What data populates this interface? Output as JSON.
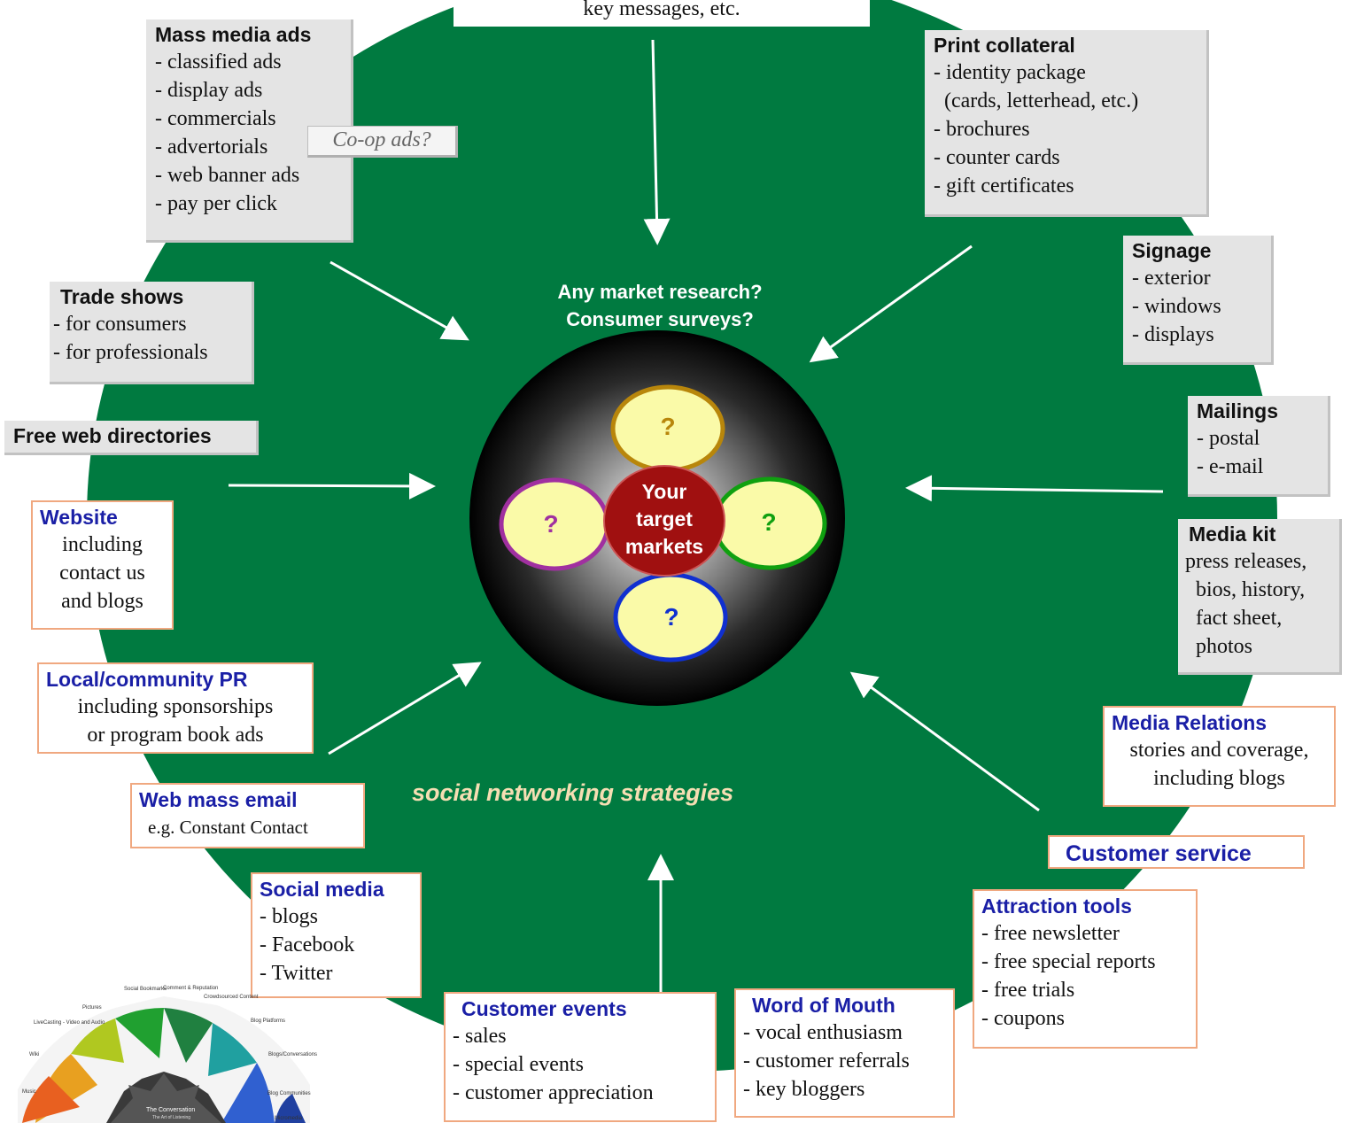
{
  "top_box": {
    "text": "key messages, etc."
  },
  "center": {
    "question_line1": "Any market research?",
    "question_line2": "Consumer surveys?",
    "core_label": [
      "Your",
      "target",
      "markets"
    ],
    "segments": [
      "?",
      "?",
      "?",
      "?"
    ],
    "social_label": "social networking strategies"
  },
  "boxes": {
    "mass_media": {
      "title": "Mass media ads",
      "items": [
        "- classified ads",
        "- display ads",
        "- commercials",
        "- advertorials",
        "- web banner ads",
        "- pay per click"
      ]
    },
    "coop": {
      "text": "Co-op ads?"
    },
    "print": {
      "title": "Print collateral",
      "items": [
        "- identity package",
        "  (cards, letterhead, etc.)",
        "- brochures",
        "- counter cards",
        "- gift certificates"
      ]
    },
    "signage": {
      "title": "Signage",
      "items": [
        "- exterior",
        "- windows",
        "- displays"
      ]
    },
    "trade_shows": {
      "title": "Trade shows",
      "items": [
        "- for consumers",
        "- for professionals"
      ]
    },
    "free_web": {
      "title": "Free web directories"
    },
    "mailings": {
      "title": "Mailings",
      "items": [
        "- postal",
        "- e-mail"
      ]
    },
    "media_kit": {
      "title": "Media kit",
      "items": [
        "press releases,",
        "  bios, history,",
        "  fact sheet,",
        "  photos"
      ]
    },
    "website": {
      "title": "Website",
      "items": [
        "including",
        "contact us",
        "and blogs"
      ]
    },
    "local_pr": {
      "title": "Local/community PR",
      "items": [
        "including sponsorships",
        "or program book ads"
      ]
    },
    "media_relations": {
      "title": "Media Relations",
      "items": [
        "stories and coverage,",
        "including blogs"
      ]
    },
    "web_mass_email": {
      "title": "Web mass email",
      "items": [
        "e.g. Constant Contact"
      ]
    },
    "customer_service": {
      "title": "Customer service"
    },
    "social_media": {
      "title": "Social media",
      "items": [
        "- blogs",
        "- Facebook",
        "- Twitter"
      ]
    },
    "attraction": {
      "title": "Attraction tools",
      "items": [
        "- free newsletter",
        "- free special reports",
        "- free trials",
        "- coupons"
      ]
    },
    "customer_events": {
      "title": "Customer events",
      "items": [
        "- sales",
        "- special events",
        "- customer appreciation"
      ]
    },
    "word_of_mouth": {
      "title": "Word of Mouth",
      "items": [
        "- vocal enthusiasm",
        "- customer referrals",
        "- key bloggers"
      ]
    }
  },
  "thumbnail": {
    "labels": [
      "Social Bookmarks",
      "Comment & Reputation",
      "Crowdsourced Content",
      "Pictures",
      "Blog Platforms",
      "LiveCasting - Video and Audio",
      "Blogs/Conversations",
      "Wiki",
      "Blog Communities",
      "Music",
      "Micromedia",
      "The Conversation",
      "The Art of Listening"
    ]
  },
  "colors": {
    "green": "#007a40",
    "core_red": "#a01010",
    "segment_fill": "#fafaa8",
    "segment_top": "#b8860b",
    "segment_left": "#a030a0",
    "segment_right": "#10a010",
    "segment_bottom": "#1030d0",
    "box_title_blue": "#1a1fa6",
    "social_text": "#f5deb3"
  }
}
